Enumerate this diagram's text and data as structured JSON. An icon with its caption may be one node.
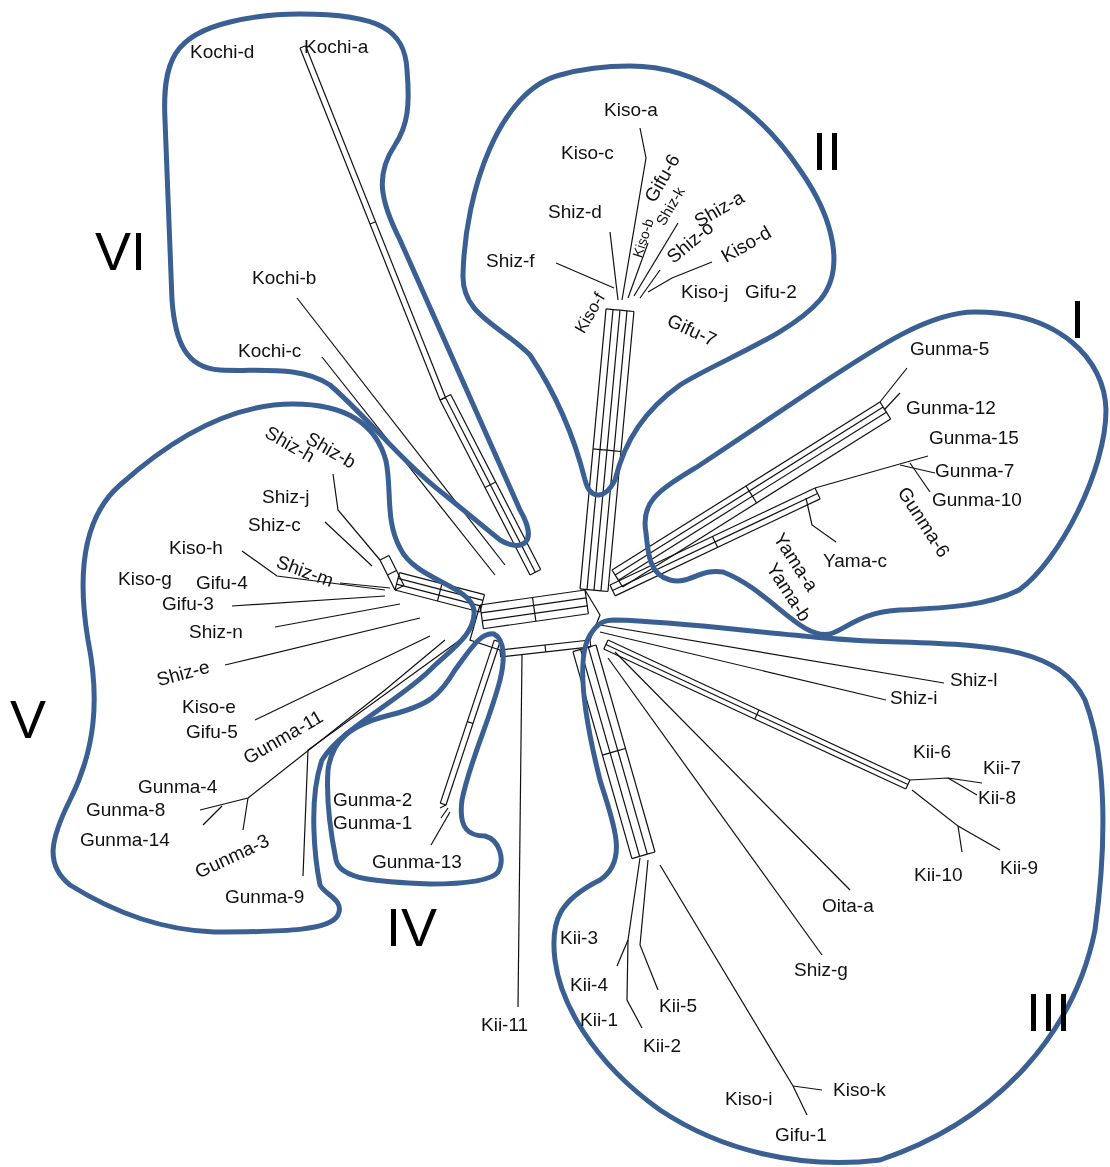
{
  "diagram": {
    "nodes": [
      {
        "text": [
          "VI"
        ]
      },
      {
        "text": [
          "II"
        ]
      },
      {
        "text": [
          "I"
        ]
      },
      {
        "text": [
          "V"
        ]
      },
      {
        "text": [
          "IV"
        ]
      },
      {
        "text": [
          "III"
        ]
      }
    ],
    "labels": [
      "Kochi-d",
      "Kochi-a",
      "Kiso-a",
      "Kiso-c",
      "Gifu-6",
      "Shiz-k",
      "Kiso-b",
      "Shiz-d",
      "Shiz-a",
      "Shiz-o",
      "Kiso-d",
      "Shiz-f",
      "Kiso-j",
      "Gifu-2",
      "Kiso-f",
      "Gifu-7",
      "Kochi-b",
      "Kochi-c",
      "Gunma-5",
      "Gunma-12",
      "Gunma-15",
      "Gunma-7",
      "Gunma-10",
      "Gunma-6",
      "Yama-c",
      "Yama-a",
      "Yama-b",
      "Shiz-b",
      "Shiz-h",
      "Shiz-j",
      "Shiz-c",
      "Kiso-h",
      "Shiz-m",
      "Kiso-g",
      "Gifu-4",
      "Gifu-3",
      "Shiz-n",
      "Shiz-e",
      "Kiso-e",
      "Gifu-5",
      "Gunma-11",
      "Shiz-l",
      "Shiz-i",
      "Kii-6",
      "Kii-7",
      "Kii-8",
      "Gunma-4",
      "Gunma-8",
      "Gunma-14",
      "Gunma-3",
      "Gunma-2",
      "Gunma-1",
      "Gunma-13",
      "Kii-10",
      "Kii-9",
      "Gunma-9",
      "Oita-a",
      "Shiz-g",
      "Kii-3",
      "Kii-4",
      "Kii-5",
      "Kii-1",
      "Kii-2",
      "Kii-11",
      "Kiso-k",
      "Kiso-i",
      "Gifu-1"
    ]
  }
}
